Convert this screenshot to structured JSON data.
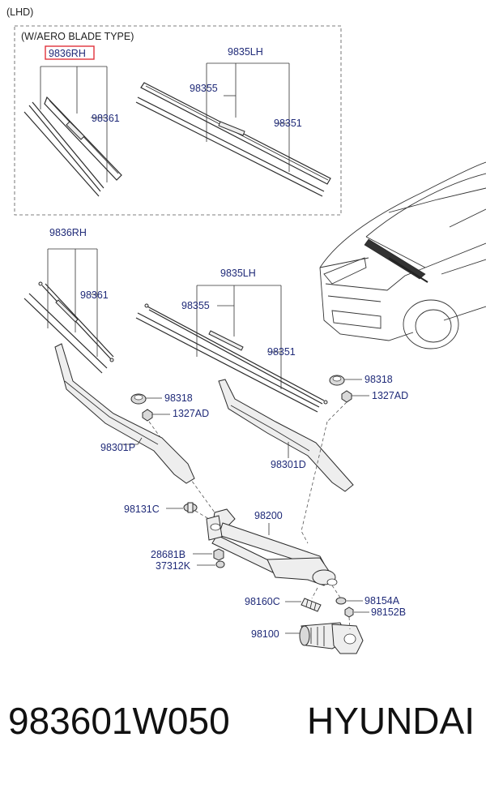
{
  "header": {
    "variant": "(LHD)",
    "group_title": "(W/AERO BLADE TYPE)"
  },
  "labels": {
    "top_rh": "9836RH",
    "top_lh": "9835LH",
    "top_98355": "98355",
    "top_98361": "98361",
    "top_98351": "98351",
    "rh": "9836RH",
    "lh": "9835LH",
    "p98361": "98361",
    "p98355": "98355",
    "p98351": "98351",
    "p98318_right": "98318",
    "p1327ad_right": "1327AD",
    "p98318_left": "98318",
    "p1327ad_left": "1327AD",
    "p98301p": "98301P",
    "p98301d": "98301D",
    "p98131c": "98131C",
    "p98200": "98200",
    "p28681b": "28681B",
    "p37312k": "37312K",
    "p98160c": "98160C",
    "p98154a": "98154A",
    "p98152b": "98152B",
    "p98100": "98100"
  },
  "highlight": {
    "label": "9836RH",
    "color": "#e0323c"
  },
  "colors": {
    "label": "#1f2a78",
    "line": "#2b2b2b"
  },
  "footer": {
    "part_number": "983601W050",
    "brand": "HYUNDAI"
  }
}
